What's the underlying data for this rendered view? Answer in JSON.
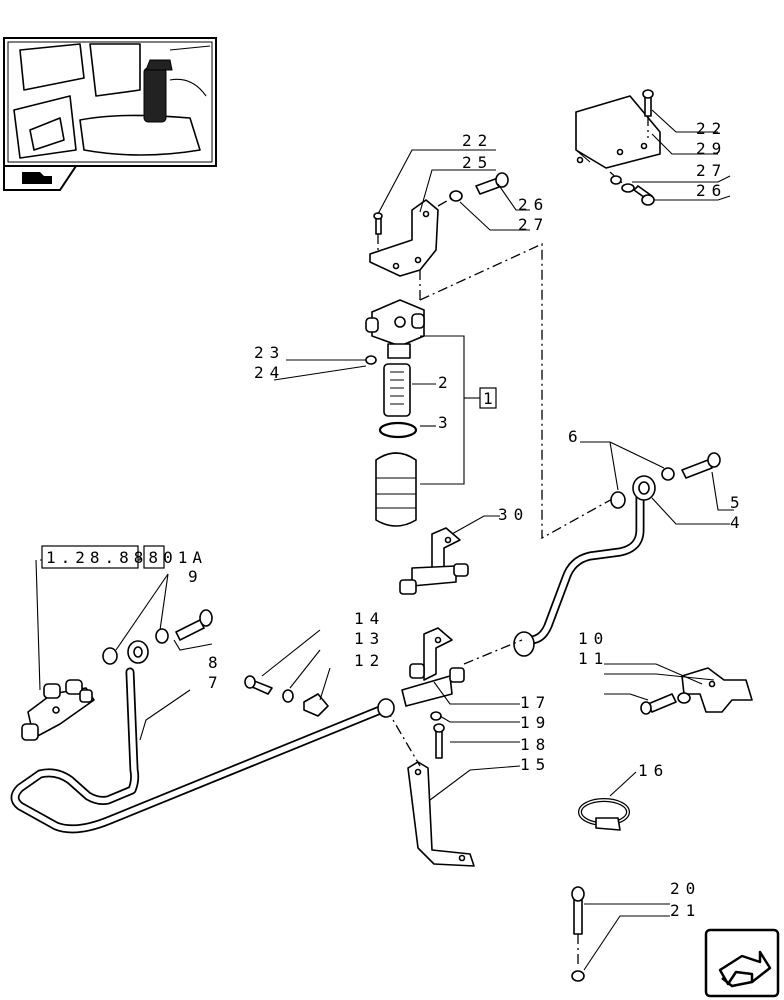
{
  "thumbnail": {
    "icon": "tractor-fuel-filter-thumbnail",
    "nav_icon": "previous-page-icon"
  },
  "nav": {
    "icon": "next-page-icon"
  },
  "reference": {
    "text": "1.28.88801A"
  },
  "labels": {
    "l1": "1",
    "l2": "2",
    "l3": "3",
    "l4": "4",
    "l5": "5",
    "l6": "6",
    "l7": "7",
    "l8": "8",
    "l9": "9",
    "l10": "10",
    "l11": "11",
    "l12": "12",
    "l13": "13",
    "l14": "14",
    "l15": "15",
    "l16": "16",
    "l17": "17",
    "l18": "18",
    "l19": "19",
    "l20": "20",
    "l21": "21",
    "l22a": "22",
    "l25": "25",
    "l26a": "26",
    "l27a": "27",
    "l22b": "22",
    "l29": "29",
    "l27b": "27",
    "l26b": "26",
    "l23": "23",
    "l24": "24",
    "l30": "30"
  }
}
